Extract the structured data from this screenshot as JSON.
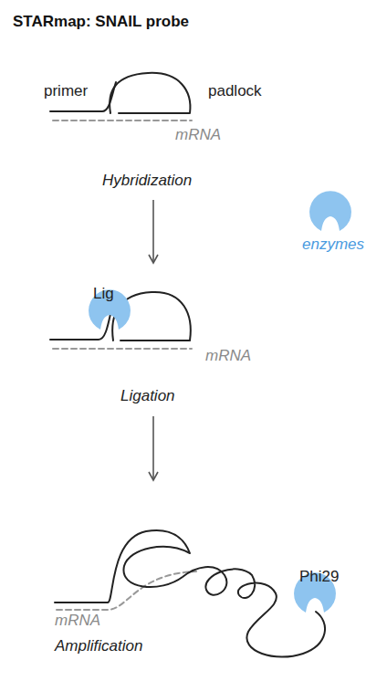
{
  "diagram": {
    "title": "STARmap: SNAIL probe",
    "nodes": [
      {
        "text": [
          "primer",
          "padlock",
          "mRNA",
          "Hybridization"
        ]
      },
      {
        "text": [
          "enzymes"
        ]
      },
      {
        "text": [
          "mRNA",
          "Ligation"
        ]
      },
      {
        "text": [
          "Lig"
        ],
        "in": 2
      },
      {
        "text": [
          "mRNA",
          "Amplification"
        ]
      },
      {
        "text": [
          "Phi29"
        ],
        "in": 4
      }
    ],
    "edges": [
      {
        "from": 0,
        "to": 2,
        "arrow": "to"
      },
      {
        "from": 2,
        "to": 4,
        "arrow": "to"
      }
    ]
  }
}
